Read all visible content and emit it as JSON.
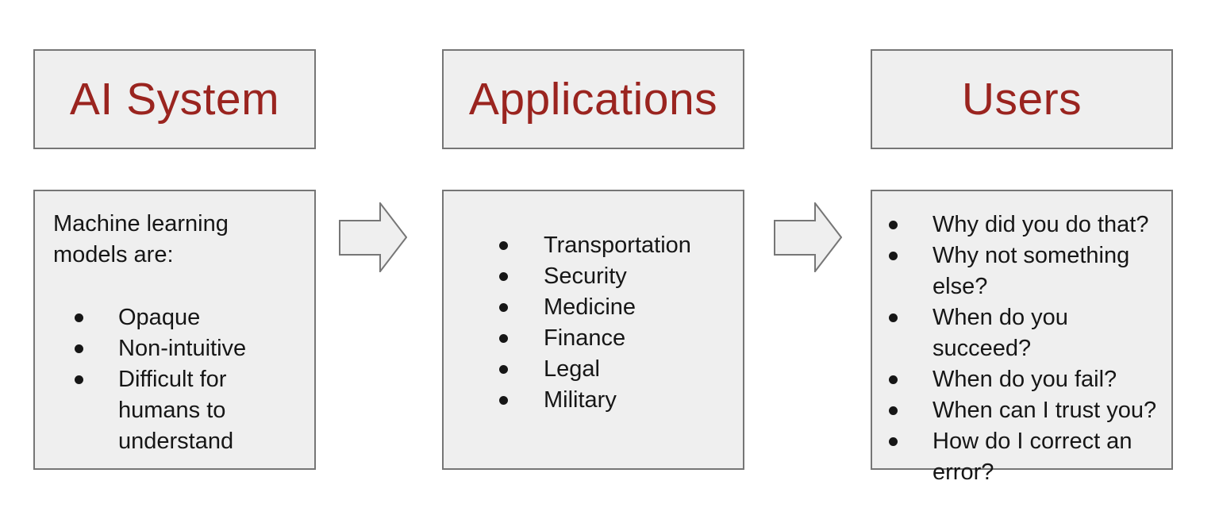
{
  "diagram": {
    "columns": [
      {
        "header": "AI System",
        "intro": "Machine learning models are:",
        "bullets": [
          "Opaque",
          "Non-intuitive",
          "Difficult for humans to understand"
        ]
      },
      {
        "header": "Applications",
        "bullets": [
          "Transportation",
          "Security",
          "Medicine",
          "Finance",
          "Legal",
          "Military"
        ]
      },
      {
        "header": "Users",
        "bullets": [
          "Why did you do that?",
          "Why not something else?",
          "When do you succeed?",
          "When do you fail?",
          "When can I trust you?",
          "How do I correct an error?"
        ]
      }
    ],
    "arrows": [
      {
        "name": "arrow-ai-system-to-applications",
        "direction": "right"
      },
      {
        "name": "arrow-applications-to-users",
        "direction": "right"
      }
    ],
    "colors": {
      "box_fill": "#efefef",
      "box_border": "#767676",
      "header_text": "#9a241f",
      "body_text": "#161616",
      "background": "#ffffff"
    }
  }
}
